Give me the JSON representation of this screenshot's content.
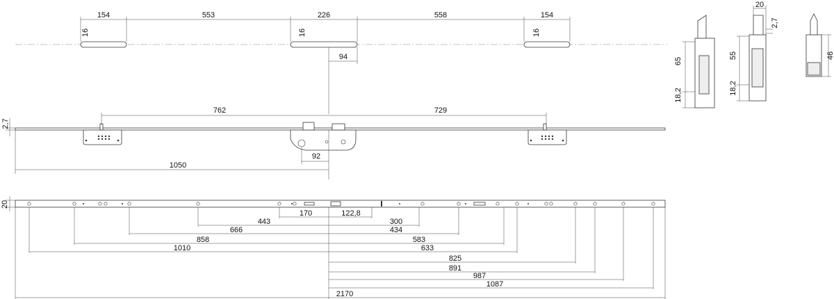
{
  "title": "",
  "keeper_row": {
    "dims": {
      "left_strike_len": "154",
      "gap_left": "553",
      "center_strike_len": "226",
      "gap_right": "558",
      "right_strike_len": "154",
      "left_strike_h": "16",
      "center_strike_h": "16",
      "right_strike_h": "16",
      "center_offset": "94"
    }
  },
  "lock_row": {
    "dims": {
      "left_hook_dist": "762",
      "right_hook_dist": "729",
      "bar_thickness": "2,7",
      "backset": "92",
      "half_length": "1050"
    }
  },
  "hook_views": {
    "dims": {
      "hook1_height": "65",
      "hook1_base": "18,2",
      "hook2_width": "20",
      "hook2_lip": "2,7",
      "hook2_height": "55",
      "hook2_base": "18,2",
      "hook3_height": "46"
    }
  },
  "faceplate_row": {
    "width_label": "20",
    "positions": [
      {
        "value": "170"
      },
      {
        "value": "122,8"
      },
      {
        "value": "443"
      },
      {
        "value": "300"
      },
      {
        "value": "666"
      },
      {
        "value": "434"
      },
      {
        "value": "858"
      },
      {
        "value": "583"
      },
      {
        "value": "1010"
      },
      {
        "value": "633"
      },
      {
        "value": "825"
      },
      {
        "value": "891"
      },
      {
        "value": "987"
      },
      {
        "value": "1087"
      },
      {
        "value": "2170"
      }
    ]
  }
}
